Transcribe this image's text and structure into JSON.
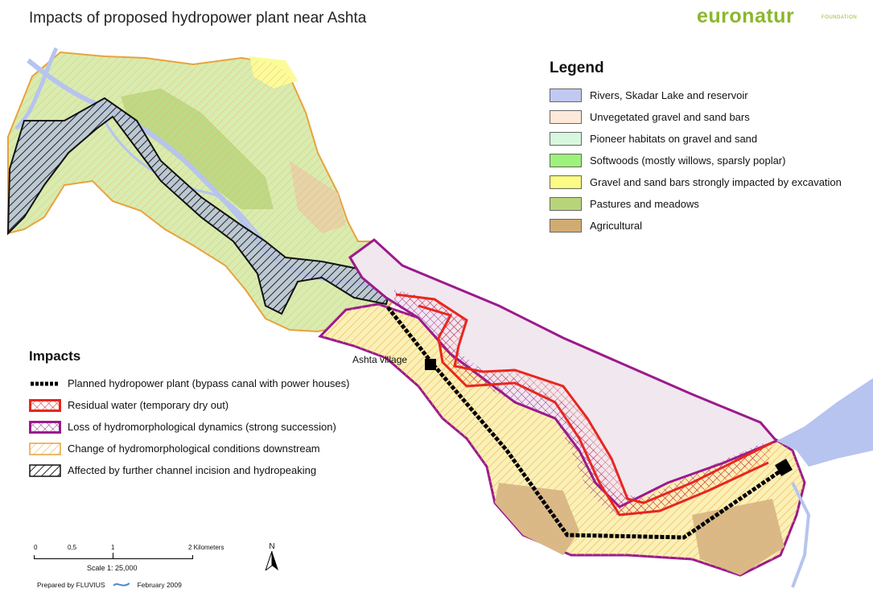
{
  "header": {
    "title": "Impacts of proposed hydropower plant near Ashta",
    "brand": "euronatur",
    "brand_sub": "FOUNDATION",
    "brand_color": "#8bb72a"
  },
  "legend": {
    "title": "Legend",
    "items": [
      {
        "label": "Rivers, Skadar Lake and reservoir",
        "color": "#bfc9f2"
      },
      {
        "label": "Unvegetated gravel and sand bars",
        "color": "#fde9d9"
      },
      {
        "label": "Pioneer habitats on gravel and sand",
        "color": "#d8f7df"
      },
      {
        "label": "Softwoods (mostly willows, sparsly poplar)",
        "color": "#9cf27a"
      },
      {
        "label": "Gravel and sand bars strongly impacted by excavation",
        "color": "#fbfb86"
      },
      {
        "label": "Pastures and meadows",
        "color": "#b8d47a"
      },
      {
        "label": "Agricultural",
        "color": "#d1ac72"
      }
    ]
  },
  "impacts": {
    "title": "Impacts",
    "items": [
      {
        "label": "Planned hydropower plant (bypass canal with power houses)",
        "symbol": "dashed-black-line"
      },
      {
        "label": "Residual water (temporary dry out)",
        "symbol": "red-crosshatch",
        "color": "#e8261e"
      },
      {
        "label": "Loss of hydromorphological dynamics (strong succession)",
        "symbol": "purple-crosshatch",
        "color": "#9b1a8c"
      },
      {
        "label": "Change of hydromorphological conditions downstream",
        "symbol": "orange-hatch",
        "color": "#e8a23c"
      },
      {
        "label": "Affected by further channel incision and hydropeaking",
        "symbol": "black-hatch",
        "color": "#111111"
      }
    ]
  },
  "places": {
    "ashta": "Ashta village"
  },
  "scale": {
    "ticks": [
      "0",
      "0,5",
      "1",
      "2 Kilometers"
    ],
    "text": "Scale 1: 25,000"
  },
  "north_arrow": {
    "label": "N",
    "icon": "north-arrow-icon"
  },
  "credit": {
    "prepared_by": "Prepared by FLUVIUS",
    "date": "February 2009"
  }
}
